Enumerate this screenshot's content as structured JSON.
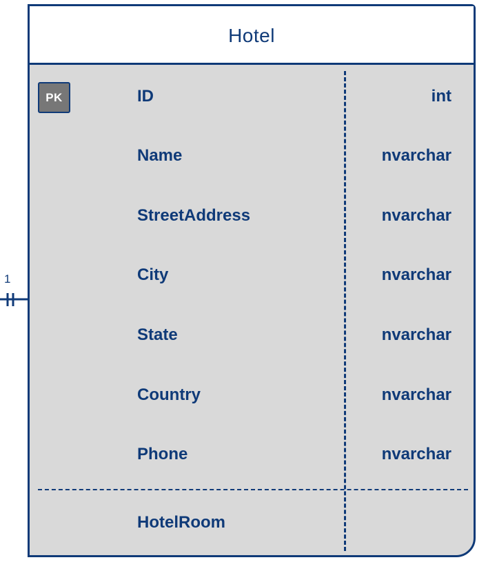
{
  "entity": {
    "title": "Hotel",
    "pk_badge": "PK",
    "fields": [
      {
        "name": "ID",
        "type": "int",
        "key": "PK"
      },
      {
        "name": "Name",
        "type": "nvarchar"
      },
      {
        "name": "StreetAddress",
        "type": "nvarchar"
      },
      {
        "name": "City",
        "type": "nvarchar"
      },
      {
        "name": "State",
        "type": "nvarchar"
      },
      {
        "name": "Country",
        "type": "nvarchar"
      },
      {
        "name": "Phone",
        "type": "nvarchar"
      }
    ],
    "navigation": {
      "name": "HotelRoom",
      "type": ""
    }
  },
  "relation": {
    "cardinality_label": "1",
    "notation": "one-and-only-one"
  },
  "colors": {
    "stroke": "#0f3a78",
    "fill": "#d9d9d9",
    "header_fill": "#ffffff",
    "pk_fill": "#777777"
  }
}
